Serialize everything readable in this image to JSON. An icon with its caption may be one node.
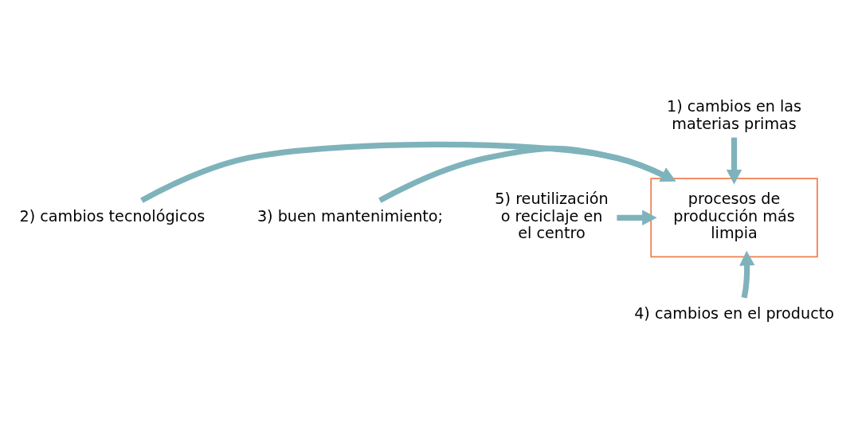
{
  "diagram": {
    "nodes": [
      {
        "text": [
          "procesos de producción más limpia"
        ]
      },
      {
        "text": [
          "1) cambios en las materias primas"
        ]
      },
      {
        "text": [
          "2) cambios tecnológicos"
        ]
      },
      {
        "text": [
          "3) buen mantenimiento;"
        ]
      },
      {
        "text": [
          "4) cambios en el producto"
        ]
      },
      {
        "text": [
          "5) reutilización o reciclaje en el centro"
        ]
      }
    ],
    "edges": [
      {
        "from": 1,
        "to": 0,
        "arrow": "to"
      },
      {
        "from": 2,
        "to": 0,
        "arrow": "to"
      },
      {
        "from": 3,
        "to": 0,
        "arrow": "to"
      },
      {
        "from": 4,
        "to": 0,
        "arrow": "to"
      },
      {
        "from": 5,
        "to": 0,
        "arrow": "to"
      }
    ]
  }
}
